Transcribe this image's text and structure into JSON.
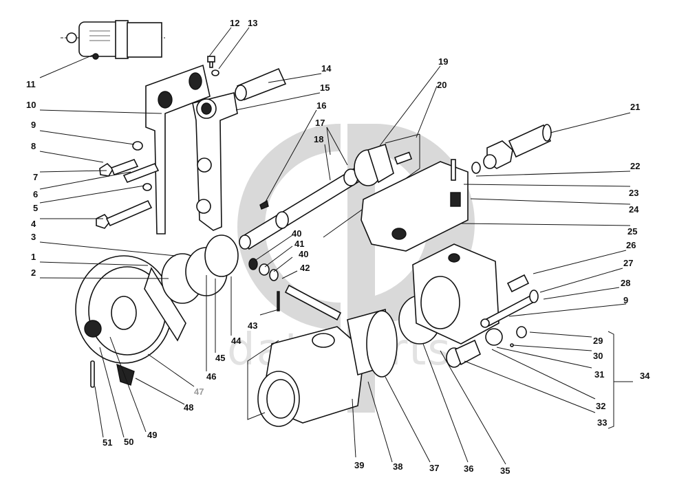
{
  "diagram": {
    "type": "exploded-parts-diagram",
    "subject": "pump / drive assembly",
    "watermark": {
      "text": "datoparts",
      "logo": "dp-circle-logo",
      "color": "#d9d9d9"
    },
    "callouts": [
      {
        "id": "1",
        "label": "1"
      },
      {
        "id": "2",
        "label": "2"
      },
      {
        "id": "3",
        "label": "3"
      },
      {
        "id": "4",
        "label": "4"
      },
      {
        "id": "5",
        "label": "5"
      },
      {
        "id": "6",
        "label": "6"
      },
      {
        "id": "7",
        "label": "7"
      },
      {
        "id": "8",
        "label": "8"
      },
      {
        "id": "9a",
        "label": "9"
      },
      {
        "id": "10",
        "label": "10"
      },
      {
        "id": "11",
        "label": "11"
      },
      {
        "id": "12",
        "label": "12"
      },
      {
        "id": "13",
        "label": "13"
      },
      {
        "id": "14",
        "label": "14"
      },
      {
        "id": "15",
        "label": "15"
      },
      {
        "id": "16",
        "label": "16"
      },
      {
        "id": "17",
        "label": "17"
      },
      {
        "id": "18",
        "label": "18"
      },
      {
        "id": "19",
        "label": "19"
      },
      {
        "id": "20",
        "label": "20"
      },
      {
        "id": "21",
        "label": "21"
      },
      {
        "id": "22",
        "label": "22"
      },
      {
        "id": "23",
        "label": "23"
      },
      {
        "id": "24",
        "label": "24"
      },
      {
        "id": "25",
        "label": "25"
      },
      {
        "id": "26",
        "label": "26"
      },
      {
        "id": "27",
        "label": "27"
      },
      {
        "id": "28",
        "label": "28"
      },
      {
        "id": "9b",
        "label": "9"
      },
      {
        "id": "29",
        "label": "29"
      },
      {
        "id": "30",
        "label": "30"
      },
      {
        "id": "31",
        "label": "31"
      },
      {
        "id": "32",
        "label": "32"
      },
      {
        "id": "33",
        "label": "33"
      },
      {
        "id": "34",
        "label": "34"
      },
      {
        "id": "35",
        "label": "35"
      },
      {
        "id": "36",
        "label": "36"
      },
      {
        "id": "37",
        "label": "37"
      },
      {
        "id": "38",
        "label": "38"
      },
      {
        "id": "39",
        "label": "39"
      },
      {
        "id": "40a",
        "label": "40"
      },
      {
        "id": "41",
        "label": "41"
      },
      {
        "id": "40b",
        "label": "40"
      },
      {
        "id": "42",
        "label": "42"
      },
      {
        "id": "43",
        "label": "43"
      },
      {
        "id": "44",
        "label": "44"
      },
      {
        "id": "45",
        "label": "45"
      },
      {
        "id": "46",
        "label": "46"
      },
      {
        "id": "47",
        "label": "47"
      },
      {
        "id": "48",
        "label": "48"
      },
      {
        "id": "49",
        "label": "49"
      },
      {
        "id": "50",
        "label": "50"
      },
      {
        "id": "51",
        "label": "51"
      }
    ],
    "bracket_group": {
      "label": "34",
      "members": [
        "29",
        "30",
        "31",
        "32",
        "33"
      ]
    }
  }
}
